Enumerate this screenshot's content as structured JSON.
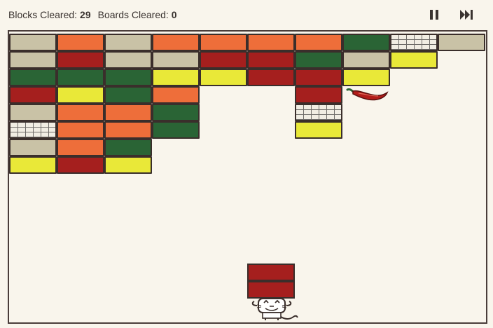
{
  "hud": {
    "blocks_label": "Blocks Cleared:",
    "blocks_value": "29",
    "boards_label": "Boards Cleared:",
    "boards_value": "0"
  },
  "controls": {
    "pause_icon": "pause-icon",
    "skip_icon": "skip-forward-icon"
  },
  "colors": {
    "beige": "#c9c2a6",
    "orange": "#ee6e3a",
    "red": "#a51f1e",
    "green": "#2a6435",
    "yellow": "#e9e838",
    "brick": "#f1ede3",
    "border": "#3a2e2b",
    "background": "#f9f5ec"
  },
  "grid": [
    [
      "beige",
      "orange",
      "beige",
      "orange",
      "orange",
      "orange",
      "orange",
      "green",
      "brick",
      "beige"
    ],
    [
      "beige",
      "red",
      "beige",
      "beige",
      "red",
      "red",
      "green",
      "beige",
      "yellow",
      null
    ],
    [
      "green",
      "green",
      "green",
      "yellow",
      "yellow",
      "red",
      "red",
      "yellow",
      null,
      null
    ],
    [
      "red",
      "yellow",
      "green",
      "orange",
      null,
      null,
      "red",
      null,
      null,
      null
    ],
    [
      "beige",
      "orange",
      "orange",
      "green",
      null,
      null,
      "brick",
      null,
      null,
      null
    ],
    [
      "brick",
      "orange",
      "orange",
      "green",
      null,
      null,
      "yellow",
      null,
      null,
      null
    ],
    [
      "beige",
      "orange",
      "green",
      null,
      null,
      null,
      null,
      null,
      null,
      null
    ],
    [
      "yellow",
      "red",
      "yellow",
      null,
      null,
      null,
      null,
      null,
      null,
      null
    ]
  ],
  "powerup": {
    "type": "chili-pepper"
  },
  "player": {
    "character": "cat-character",
    "carried_blocks": [
      "red",
      "red"
    ]
  }
}
